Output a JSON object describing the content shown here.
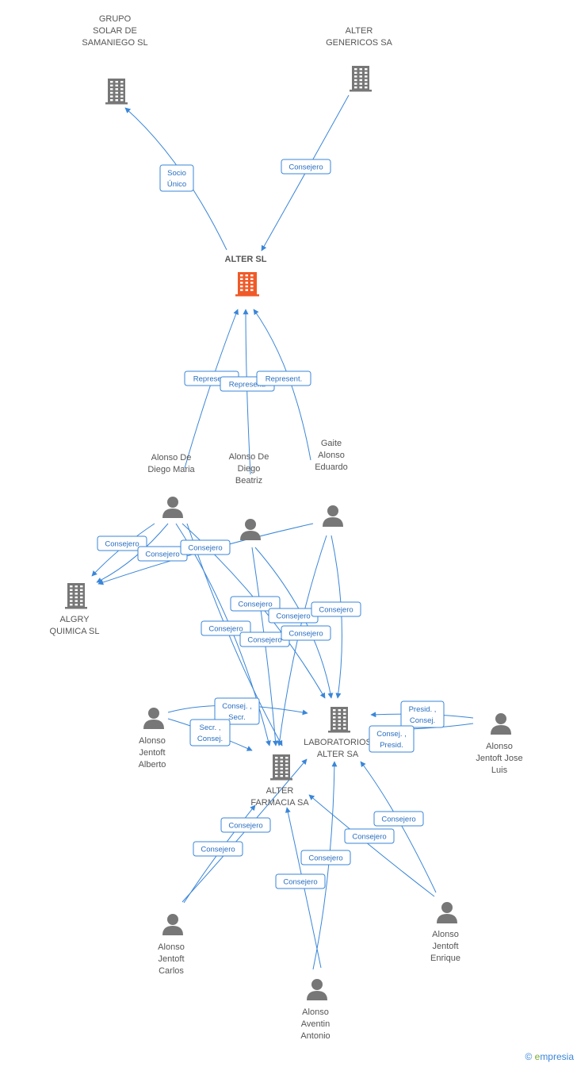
{
  "colors": {
    "edge": "#3a86d8",
    "node": "#777777",
    "main_node": "#f05a28",
    "label": "#555555"
  },
  "nodes": [
    {
      "id": "grupo",
      "type": "company",
      "label": [
        "GRUPO",
        "SOLAR DE",
        "SAMANIEGO  SL"
      ]
    },
    {
      "id": "genericos",
      "type": "company",
      "label": [
        "ALTER",
        "GENERICOS SA"
      ]
    },
    {
      "id": "alter",
      "type": "company-main",
      "label": [
        "ALTER SL"
      ]
    },
    {
      "id": "maria",
      "type": "person",
      "label": [
        "Alonso De",
        "Diego Maria"
      ]
    },
    {
      "id": "beatriz",
      "type": "person",
      "label": [
        "Alonso De",
        "Diego",
        "Beatriz"
      ]
    },
    {
      "id": "eduardo",
      "type": "person",
      "label": [
        "Gaite",
        "Alonso",
        "Eduardo"
      ]
    },
    {
      "id": "algry",
      "type": "company",
      "label": [
        "ALGRY",
        "QUIMICA SL"
      ]
    },
    {
      "id": "alberto",
      "type": "person",
      "label": [
        "Alonso",
        "Jentoft",
        "Alberto"
      ]
    },
    {
      "id": "laboratorios",
      "type": "company",
      "label": [
        "LABORATORIOS",
        "ALTER SA"
      ]
    },
    {
      "id": "joseluis",
      "type": "person",
      "label": [
        "Alonso",
        "Jentoft Jose",
        "Luis"
      ]
    },
    {
      "id": "farmacia",
      "type": "company",
      "label": [
        "ALTER",
        "FARMACIA SA"
      ]
    },
    {
      "id": "carlos",
      "type": "person",
      "label": [
        "Alonso",
        "Jentoft",
        "Carlos"
      ]
    },
    {
      "id": "enrique",
      "type": "person",
      "label": [
        "Alonso",
        "Jentoft",
        "Enrique"
      ]
    },
    {
      "id": "antonio",
      "type": "person",
      "label": [
        "Alonso",
        "Aventin",
        "Antonio"
      ]
    }
  ],
  "edge_labels": [
    {
      "id": "socio",
      "lines": [
        "Socio",
        "Único"
      ]
    },
    {
      "id": "consejero-genericos",
      "lines": [
        "Consejero"
      ]
    },
    {
      "id": "represent-1",
      "lines": [
        "Represent."
      ]
    },
    {
      "id": "represent-2",
      "lines": [
        "Represent."
      ]
    },
    {
      "id": "represent-3",
      "lines": [
        "Represent."
      ]
    },
    {
      "id": "consejero-algry-1",
      "lines": [
        "Consejero"
      ]
    },
    {
      "id": "consejero-algry-2",
      "lines": [
        "Consejero"
      ]
    },
    {
      "id": "consejero-algry-3",
      "lines": [
        "Consejero"
      ]
    },
    {
      "id": "consejero-mid-1",
      "lines": [
        "Consejero"
      ]
    },
    {
      "id": "consejero-mid-2",
      "lines": [
        "Consejero"
      ]
    },
    {
      "id": "consejero-mid-3",
      "lines": [
        "Consejero"
      ]
    },
    {
      "id": "consejero-mid-4",
      "lines": [
        "Consejero"
      ]
    },
    {
      "id": "consejero-mid-5",
      "lines": [
        "Consejero"
      ]
    },
    {
      "id": "consejero-mid-6",
      "lines": [
        "Consejero"
      ]
    },
    {
      "id": "consej-secr",
      "lines": [
        "Consej. ,",
        "Secr."
      ]
    },
    {
      "id": "secr-consej",
      "lines": [
        "Secr. ,",
        "Consej."
      ]
    },
    {
      "id": "presid-consej",
      "lines": [
        "Presid. ,",
        "Consej."
      ]
    },
    {
      "id": "consej-presid",
      "lines": [
        "Consej. ,",
        "Presid."
      ]
    },
    {
      "id": "consejero-low-1",
      "lines": [
        "Consejero"
      ]
    },
    {
      "id": "consejero-low-2",
      "lines": [
        "Consejero"
      ]
    },
    {
      "id": "consejero-low-3",
      "lines": [
        "Consejero"
      ]
    },
    {
      "id": "consejero-low-4",
      "lines": [
        "Consejero"
      ]
    },
    {
      "id": "consejero-low-5",
      "lines": [
        "Consejero"
      ]
    },
    {
      "id": "consejero-low-6",
      "lines": [
        "Consejero"
      ]
    }
  ],
  "watermark": {
    "symbol": "©",
    "brand_initial": "e",
    "brand_rest": "mpresia"
  }
}
